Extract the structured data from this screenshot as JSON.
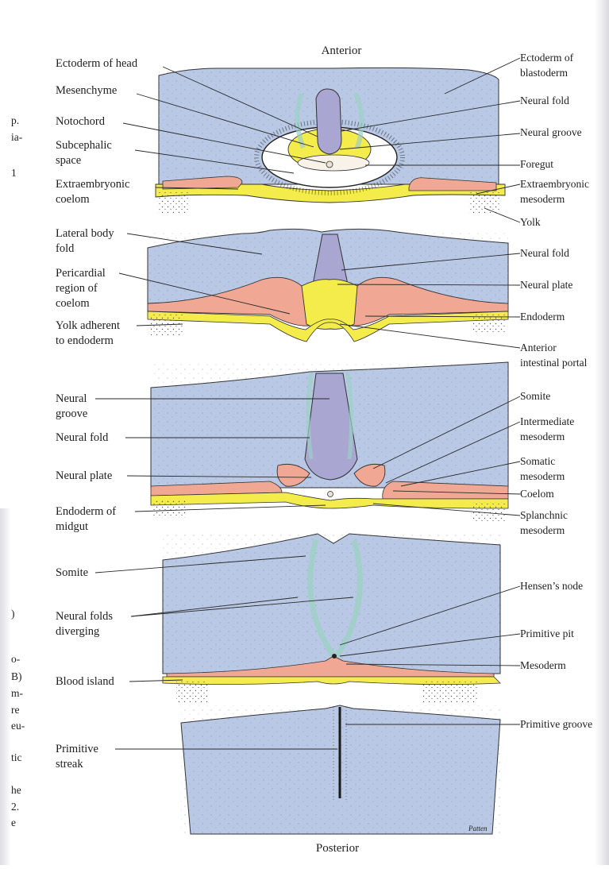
{
  "header": {
    "anterior": "Anterior",
    "posterior": "Posterior"
  },
  "signature": "Patten",
  "colors": {
    "ectoderm": "#b9c8e4",
    "neural_tissue": "#a9a6d2",
    "yolk": "#f4ec4a",
    "mesoderm": "#f0a894",
    "foregut_cavity": "#f8f2e8",
    "label_text": "#1e1e1e"
  },
  "left_margin_text": [
    "p.",
    "ia-",
    "1",
    ")",
    "o-",
    "B)",
    "m-",
    "re",
    "eu-",
    "tic",
    "he",
    "2.",
    "e"
  ],
  "sections": [
    {
      "id": "head",
      "left_labels": [
        [
          "Ectoderm of head"
        ],
        [
          "Mesenchyme"
        ],
        [
          "Notochord"
        ],
        [
          "Subcephalic",
          "space"
        ],
        [
          "Extraembryonic",
          "coelom"
        ]
      ],
      "right_labels": [
        [
          "Ectoderm of",
          "blastoderm"
        ],
        [
          "Neural fold"
        ],
        [
          "Neural groove"
        ],
        [
          "Foregut"
        ],
        [
          "Extraembryonic",
          "mesoderm"
        ],
        [
          "Yolk"
        ]
      ]
    },
    {
      "id": "heart",
      "left_labels": [
        [
          "Lateral body",
          "fold"
        ],
        [
          "Pericardial",
          "region of",
          "coelom"
        ],
        [
          "Yolk adherent",
          "to endoderm"
        ]
      ],
      "right_labels": [
        [
          "Neural fold"
        ],
        [
          "Neural plate"
        ],
        [
          "Endoderm"
        ],
        [
          "Anterior",
          "intestinal portal"
        ]
      ]
    },
    {
      "id": "midgut",
      "left_labels": [
        [
          "Neural",
          "groove"
        ],
        [
          "Neural fold"
        ],
        [
          "Neural plate"
        ],
        [
          "Endoderm of",
          "midgut"
        ]
      ],
      "right_labels": [
        [
          "Somite"
        ],
        [
          "Intermediate",
          "mesoderm"
        ],
        [
          "Somatic",
          "mesoderm"
        ],
        [
          "Coelom"
        ],
        [
          "Splanchnic",
          "mesoderm"
        ]
      ]
    },
    {
      "id": "node",
      "left_labels": [
        [
          "Somite"
        ],
        [
          "Neural folds",
          "diverging"
        ],
        [
          "Blood island"
        ]
      ],
      "right_labels": [
        [
          "Hensen’s node"
        ],
        [
          "Primitive pit"
        ],
        [
          "Mesoderm"
        ]
      ]
    },
    {
      "id": "streak",
      "left_labels": [
        [
          "Primitive",
          "streak"
        ]
      ],
      "right_labels": [
        [
          "Primitive groove"
        ]
      ]
    }
  ]
}
